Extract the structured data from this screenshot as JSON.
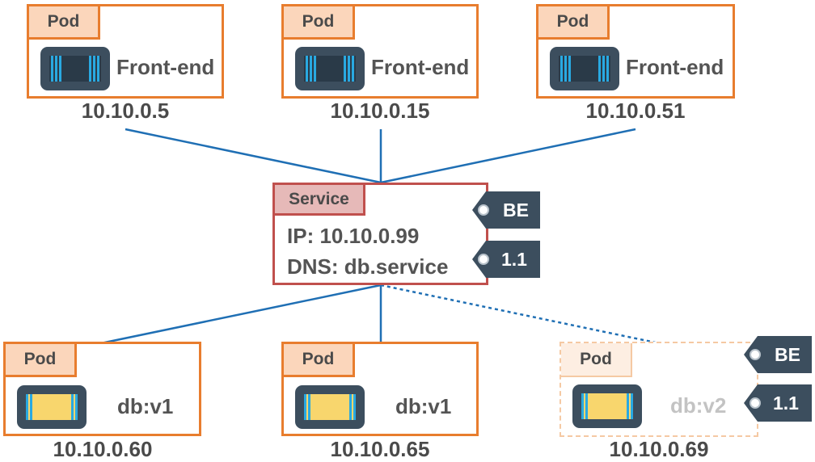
{
  "frontend_pods": [
    {
      "label": "Pod",
      "name": "Front-end",
      "ip": "10.10.0.5"
    },
    {
      "label": "Pod",
      "name": "Front-end",
      "ip": "10.10.0.15"
    },
    {
      "label": "Pod",
      "name": "Front-end",
      "ip": "10.10.0.51"
    }
  ],
  "service": {
    "label": "Service",
    "ip_line": "IP: 10.10.0.99",
    "dns_line": "DNS: db.service",
    "tags": [
      "BE",
      "1.1"
    ]
  },
  "db_pods": [
    {
      "label": "Pod",
      "name": "db:v1",
      "ip": "10.10.0.60"
    },
    {
      "label": "Pod",
      "name": "db:v1",
      "ip": "10.10.0.65"
    },
    {
      "label": "Pod",
      "name": "db:v2",
      "ip": "10.10.0.69",
      "tags": [
        "BE",
        "1.1"
      ]
    }
  ],
  "colors": {
    "pod_border": "#e87d2e",
    "pod_label_fill": "#fbd6bb",
    "service_border": "#c0504d",
    "service_label_fill": "#e6b9b8",
    "link": "#1f6fb4",
    "tag_fill": "#3c4e5e",
    "container_body": "#3c4e5e",
    "frontend_container_stripes": "#29a9e1",
    "db_container_core": "#f8d66d"
  }
}
